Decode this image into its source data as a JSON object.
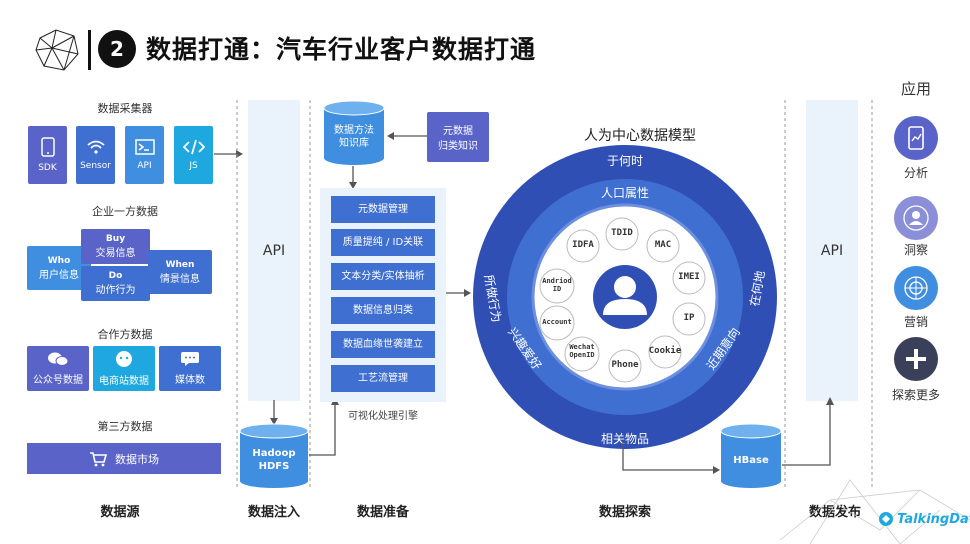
{
  "title": {
    "number": "2",
    "text": "数据打通：汽车行业客户数据打通"
  },
  "sources": {
    "collector": {
      "label": "数据采集器",
      "items": [
        "SDK",
        "Sensor",
        "API",
        "JS"
      ]
    },
    "first_party": {
      "label": "企业一方数据",
      "who": {
        "en": "Who",
        "zh": "用户信息"
      },
      "buy": {
        "en": "Buy",
        "zh": "交易信息"
      },
      "do": {
        "en": "Do",
        "zh": "动作行为"
      },
      "when": {
        "en": "When",
        "zh": "情景信息"
      }
    },
    "partner": {
      "label": "合作方数据",
      "items": [
        "公众号数据",
        "电商站数据",
        "媒体数"
      ]
    },
    "third_party": {
      "label": "第三方数据",
      "market": "数据市场"
    }
  },
  "ingest": {
    "api": "API",
    "hdfs": "Hadoop\nHDFS"
  },
  "prep": {
    "kb": "数据方法\n知识库",
    "meta": "元数据\n归类知识",
    "steps": [
      "元数据管理",
      "质量提纯 / ID关联",
      "文本分类/实体抽析",
      "数据信息归类",
      "数据血缘世袭建立",
      "工艺流管理"
    ],
    "engine": "可视化处理引擎"
  },
  "model": {
    "title": "人为中心数据模型",
    "outer": {
      "top": "于何时",
      "left": "所做行为",
      "right": "在何地",
      "bottom": "相关物品"
    },
    "middle": {
      "top": "人口属性",
      "left": "兴趣爱好",
      "right": "近期意向"
    },
    "ids": [
      "IDFA",
      "TDID",
      "MAC",
      "IMEI",
      "IP",
      "Cookie",
      "Phone",
      "Wechat\nOpenID",
      "Account",
      "Andriod\nID"
    ]
  },
  "publish": {
    "api": "API",
    "hbase": "HBase"
  },
  "apps": {
    "title": "应用",
    "items": [
      "分析",
      "洞察",
      "营销",
      "探索更多"
    ]
  },
  "bottom": {
    "source": "数据源",
    "ingest": "数据注入",
    "prep": "数据准备",
    "explore": "数据探索",
    "publish": "数据发布"
  },
  "logo": "TalkingData",
  "colors": {
    "primary": "#3f6fd1",
    "dark": "#2f4fb5",
    "light": "#6d8fe0",
    "panel": "#eaf2fb",
    "cyan": "#1fa8e0"
  }
}
